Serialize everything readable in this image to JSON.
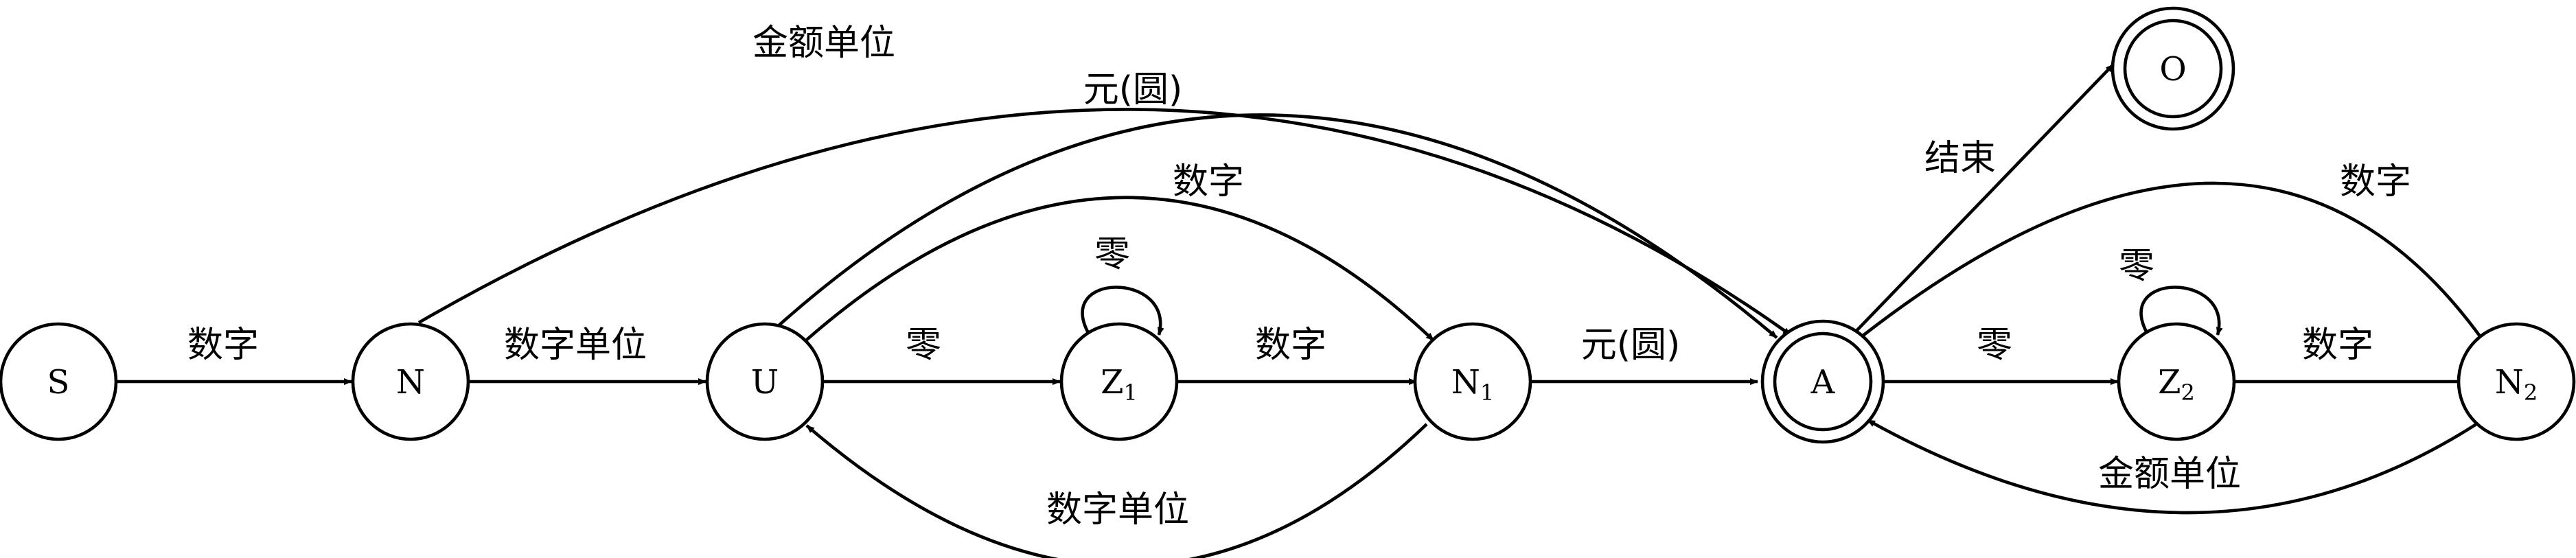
{
  "states": {
    "S": {
      "label": "S"
    },
    "N": {
      "label": "N"
    },
    "U": {
      "label": "U"
    },
    "Z1": {
      "label": "Z",
      "sub": "1"
    },
    "N1": {
      "label": "N",
      "sub": "1"
    },
    "A": {
      "label": "A"
    },
    "Z2": {
      "label": "Z",
      "sub": "2"
    },
    "N2": {
      "label": "N",
      "sub": "2"
    },
    "O": {
      "label": "O"
    }
  },
  "transitions": {
    "S_N": "数字",
    "N_U": "数字单位",
    "N_A": "金额单位",
    "U_A": "元(圆)",
    "U_N1": "数字",
    "U_Z1": "零",
    "Z1_Z1": "零",
    "Z1_N1": "数字",
    "N1_U": "数字单位",
    "N1_A": "元(圆)",
    "A_O": "结束",
    "A_N2": "数字",
    "A_Z2": "零",
    "Z2_Z2": "零",
    "Z2_N2": "数字",
    "N2_A": "金额单位"
  },
  "accepting_states": [
    "A",
    "O"
  ]
}
